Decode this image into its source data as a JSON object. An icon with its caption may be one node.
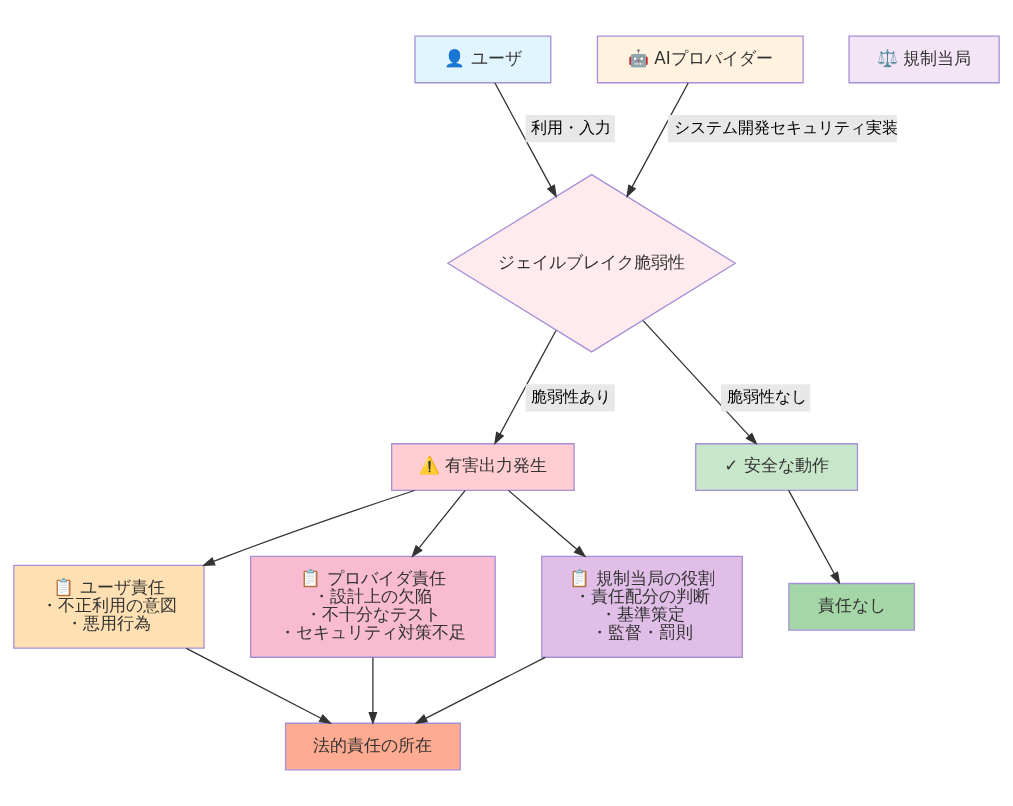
{
  "diagram": {
    "nodes": [
      {
        "text": [
          "👤 ユーザ"
        ]
      },
      {
        "text": [
          "🤖 AIプロバイダー"
        ]
      },
      {
        "text": [
          "⚖️ 規制当局"
        ]
      },
      {
        "text": [
          "ジェイルブレイク脆弱性"
        ]
      },
      {
        "text": [
          "⚠️ 有害出力発生"
        ]
      },
      {
        "text": [
          "✓ 安全な動作"
        ]
      },
      {
        "text": [
          "📋 ユーザ責任",
          "・不正利用の意図",
          "・悪用行為"
        ]
      },
      {
        "text": [
          "📋 プロバイダ責任",
          "・設計上の欠陥",
          "・不十分なテスト",
          "・セキュリティ対策不足"
        ]
      },
      {
        "text": [
          "📋 規制当局の役割",
          "・責任配分の判断",
          "・基準策定",
          "・監督・罰則"
        ]
      },
      {
        "text": [
          "責任なし"
        ]
      },
      {
        "text": [
          "法的責任の所在"
        ]
      }
    ],
    "edges": [
      {
        "from": 0,
        "to": 3,
        "arrow": "to",
        "label": "利用・入力"
      },
      {
        "from": 1,
        "to": 3,
        "arrow": "to",
        "label": "システム開発セキュリティ実装"
      },
      {
        "from": 3,
        "to": 4,
        "arrow": "to",
        "label": "脆弱性あり"
      },
      {
        "from": 3,
        "to": 5,
        "arrow": "to",
        "label": "脆弱性なし"
      },
      {
        "from": 4,
        "to": 6,
        "arrow": "to"
      },
      {
        "from": 4,
        "to": 7,
        "arrow": "to"
      },
      {
        "from": 4,
        "to": 8,
        "arrow": "to"
      },
      {
        "from": 5,
        "to": 9,
        "arrow": "to"
      },
      {
        "from": 6,
        "to": 10,
        "arrow": "to"
      },
      {
        "from": 7,
        "to": 10,
        "arrow": "to"
      },
      {
        "from": 8,
        "to": 10,
        "arrow": "to"
      }
    ]
  }
}
